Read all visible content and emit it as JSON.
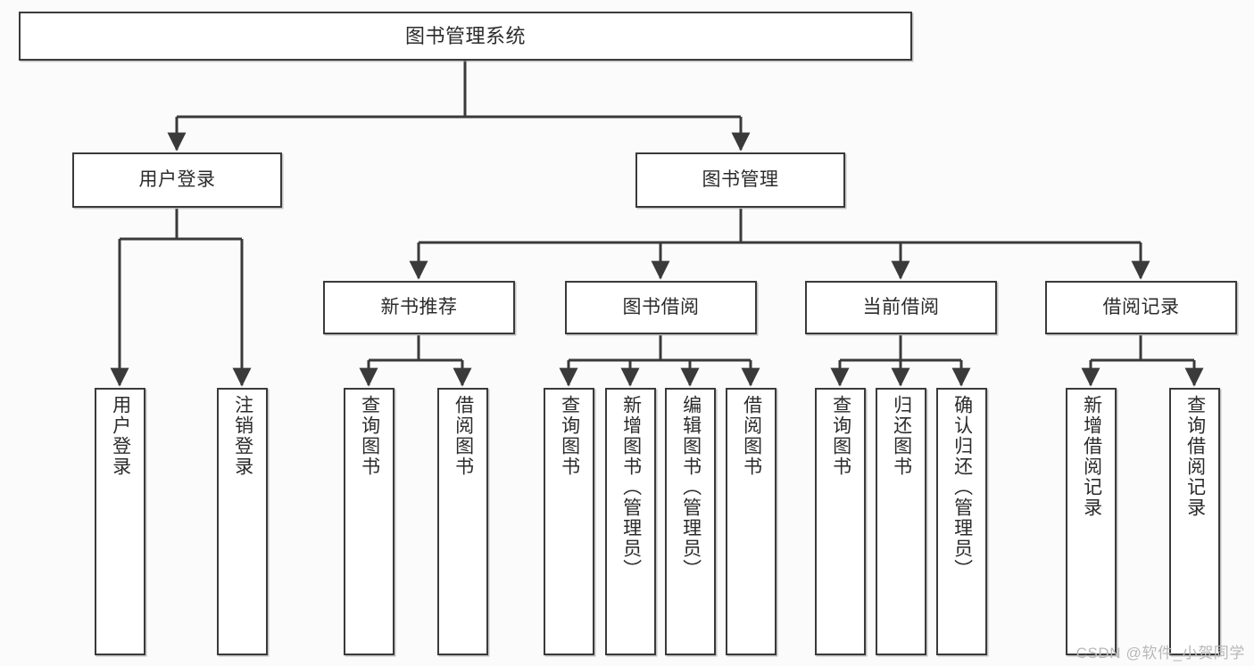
{
  "diagram": {
    "type": "tree",
    "title": "图书管理系统",
    "style": {
      "line_color": "#3a3a3a",
      "box_border_color": "#3a3a3a",
      "box_fill": "#ffffff",
      "background": "#fbfbfb",
      "text_color": "#2b2b2b",
      "watermark_color": "#b8b8b8"
    },
    "nodes": {
      "root": {
        "label": "图书管理系统"
      },
      "level2": [
        {
          "id": "user-login",
          "label": "用户登录"
        },
        {
          "id": "book-manage",
          "label": "图书管理"
        }
      ],
      "level3": [
        {
          "id": "new-book-recommend",
          "label": "新书推荐"
        },
        {
          "id": "book-borrow",
          "label": "图书借阅"
        },
        {
          "id": "current-borrow",
          "label": "当前借阅"
        },
        {
          "id": "borrow-record",
          "label": "借阅记录"
        }
      ],
      "leaves": {
        "user-login": [
          {
            "id": "leaf-user-login",
            "label": "用户登录"
          },
          {
            "id": "leaf-logout-login",
            "label": "注销登录"
          }
        ],
        "new-book-recommend": [
          {
            "id": "leaf-query-book-1",
            "label": "查询图书"
          },
          {
            "id": "leaf-borrow-book-1",
            "label": "借阅图书"
          }
        ],
        "book-borrow": [
          {
            "id": "leaf-query-book-2",
            "label": "查询图书"
          },
          {
            "id": "leaf-add-book-admin",
            "label": "新增图书（管理员）"
          },
          {
            "id": "leaf-edit-book-admin",
            "label": "编辑图书（管理员）"
          },
          {
            "id": "leaf-borrow-book-2",
            "label": "借阅图书"
          }
        ],
        "current-borrow": [
          {
            "id": "leaf-query-book-3",
            "label": "查询图书"
          },
          {
            "id": "leaf-return-book",
            "label": "归还图书"
          },
          {
            "id": "leaf-confirm-return-admin",
            "label": "确认归还（管理员）"
          }
        ],
        "borrow-record": [
          {
            "id": "leaf-add-borrow-record",
            "label": "新增借阅记录"
          },
          {
            "id": "leaf-query-borrow-record",
            "label": "查询借阅记录"
          }
        ]
      }
    }
  },
  "watermark": {
    "text": "CSDN @软件_小贺同学"
  }
}
